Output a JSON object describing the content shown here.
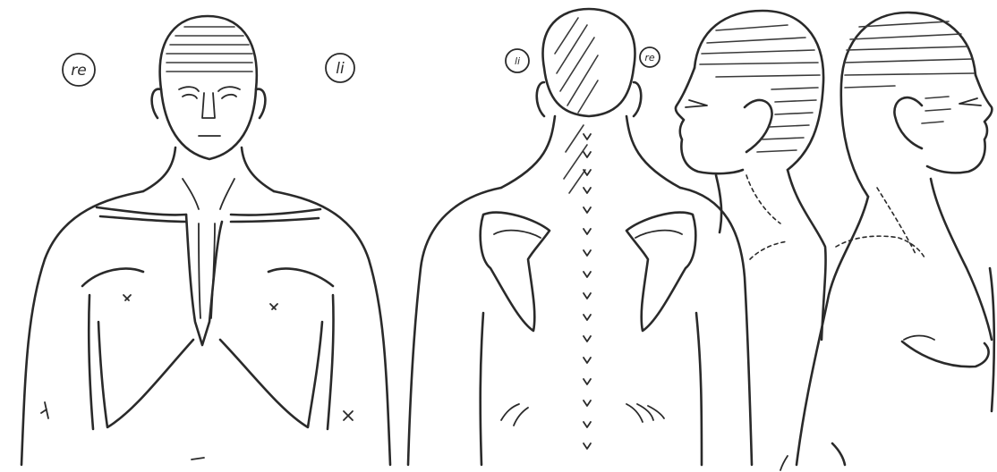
{
  "labels": {
    "front_right": "re",
    "front_left": "li",
    "back_left": "li",
    "back_right": "re"
  },
  "views": [
    "front",
    "back",
    "right-side",
    "left-side"
  ],
  "ink_color": "#2a2a2a"
}
